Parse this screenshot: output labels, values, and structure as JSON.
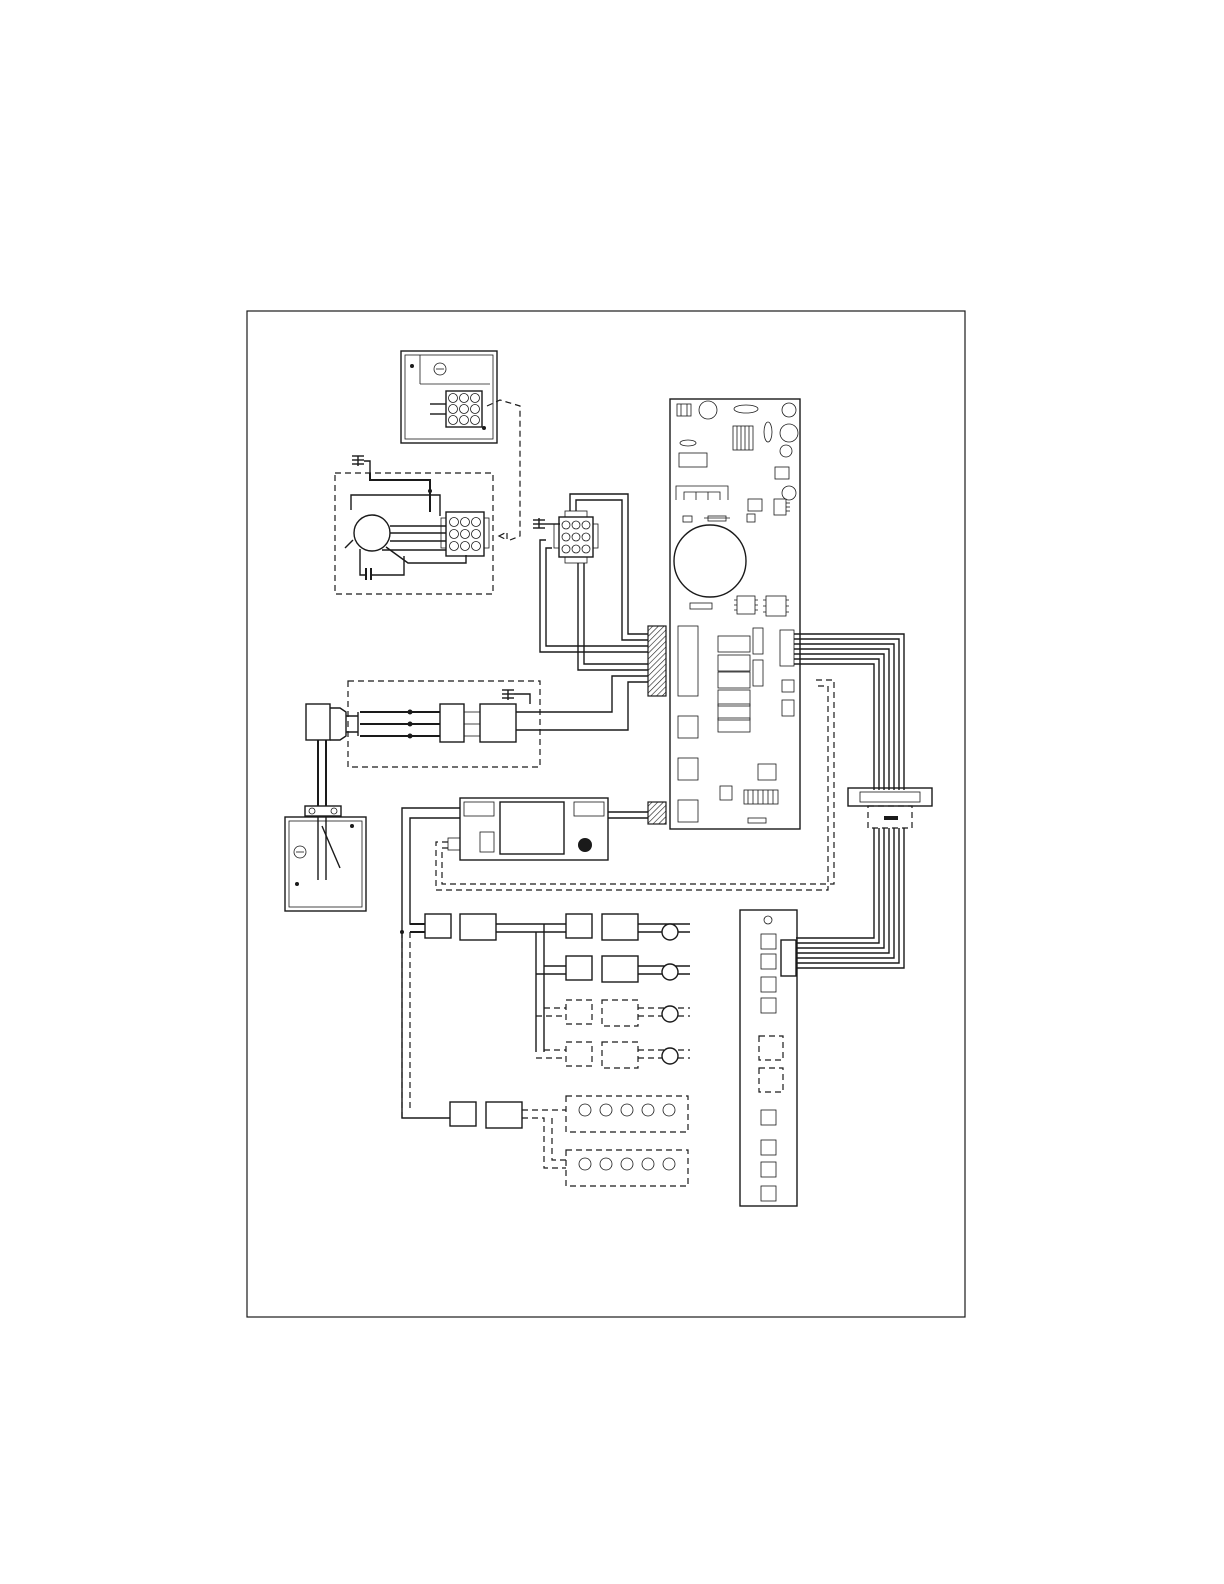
{
  "diagram": {
    "type": "wiring-diagram",
    "labels": [],
    "colors": {
      "line": "#1a1a1a",
      "background": "#ffffff"
    },
    "components": [
      "junction-box-top",
      "motor-with-capacitor",
      "motor-connector-9pin",
      "main-control-board",
      "light-socket-assembly",
      "switch-box-left",
      "transformer-module",
      "led-lamp-connectors",
      "led-strip-modules",
      "ribbon-cable-connector",
      "button-control-panel"
    ]
  }
}
